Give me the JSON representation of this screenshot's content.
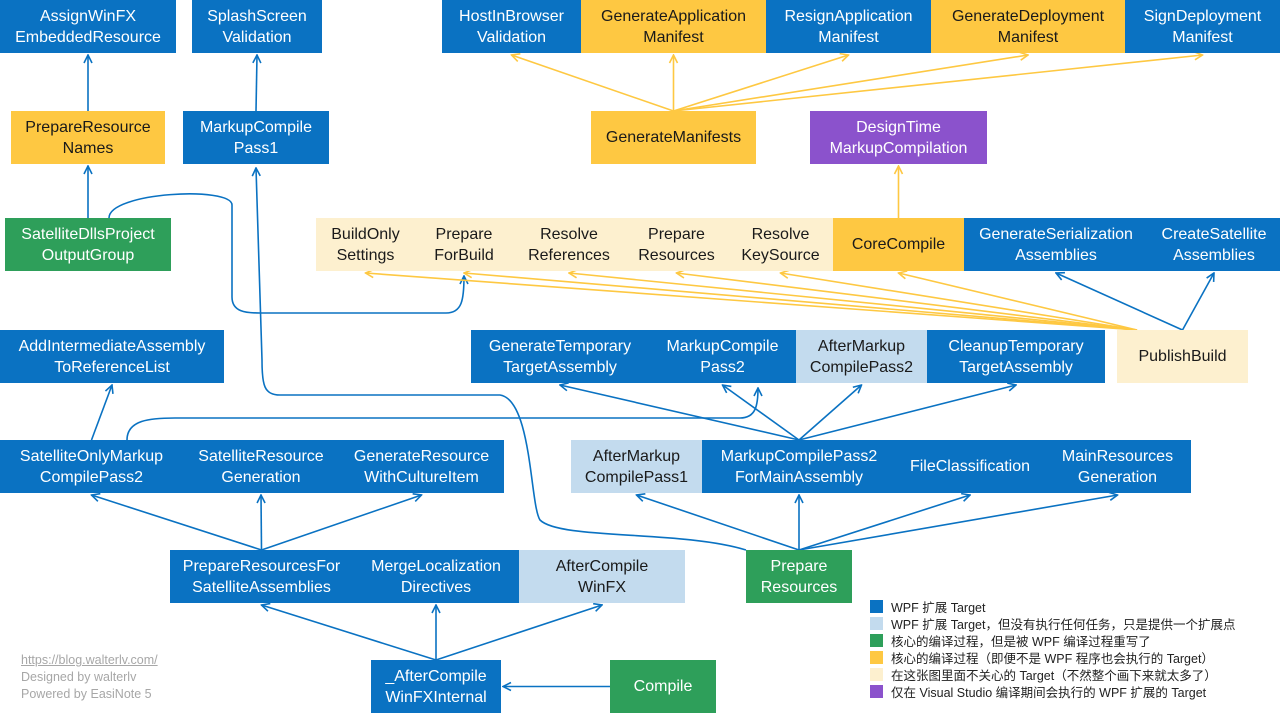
{
  "colors": {
    "blue": "#0a72c2",
    "light": "#c3dbee",
    "green": "#2e9f5a",
    "yellow": "#fec842",
    "cream": "#fdf0cf",
    "purple": "#8b52cc",
    "edge_blue": "#0a72c2",
    "edge_yellow": "#fec842"
  },
  "nodes": [
    {
      "id": "AssignWinFXEmbeddedResource",
      "lines": [
        "AssignWinFX",
        "EmbeddedResource"
      ],
      "color": "blue"
    },
    {
      "id": "SplashScreenValidation",
      "lines": [
        "SplashScreen",
        "Validation"
      ],
      "color": "blue"
    },
    {
      "id": "HostInBrowserValidation",
      "lines": [
        "HostInBrowser",
        "Validation"
      ],
      "color": "blue"
    },
    {
      "id": "GenerateApplicationManifest",
      "lines": [
        "GenerateApplication",
        "Manifest"
      ],
      "color": "yellow"
    },
    {
      "id": "ResignApplicationManifest",
      "lines": [
        "ResignApplication",
        "Manifest"
      ],
      "color": "blue"
    },
    {
      "id": "GenerateDeploymentManifest",
      "lines": [
        "GenerateDeployment",
        "Manifest"
      ],
      "color": "yellow"
    },
    {
      "id": "SignDeploymentManifest",
      "lines": [
        "SignDeployment",
        "Manifest"
      ],
      "color": "blue"
    },
    {
      "id": "PrepareResourceNames",
      "lines": [
        "PrepareResource",
        "Names"
      ],
      "color": "yellow"
    },
    {
      "id": "MarkupCompilePass1",
      "lines": [
        "MarkupCompile",
        "Pass1"
      ],
      "color": "blue"
    },
    {
      "id": "GenerateManifests",
      "lines": [
        "GenerateManifests"
      ],
      "color": "yellow"
    },
    {
      "id": "DesignTimeMarkupCompilation",
      "lines": [
        "DesignTime",
        "MarkupCompilation"
      ],
      "color": "purple"
    },
    {
      "id": "SatelliteDllsProjectOutputGroup",
      "lines": [
        "SatelliteDllsProject",
        "OutputGroup"
      ],
      "color": "green"
    },
    {
      "id": "BuildOnlySettings",
      "lines": [
        "BuildOnly",
        "Settings"
      ],
      "color": "cream"
    },
    {
      "id": "PrepareForBuild",
      "lines": [
        "Prepare",
        "ForBuild"
      ],
      "color": "cream"
    },
    {
      "id": "ResolveReferences",
      "lines": [
        "Resolve",
        "References"
      ],
      "color": "cream"
    },
    {
      "id": "PrepareResourcesTop",
      "lines": [
        "Prepare",
        "Resources"
      ],
      "color": "cream"
    },
    {
      "id": "ResolveKeySource",
      "lines": [
        "Resolve",
        "KeySource"
      ],
      "color": "cream"
    },
    {
      "id": "CoreCompile",
      "lines": [
        "CoreCompile"
      ],
      "color": "yellow"
    },
    {
      "id": "GenerateSerializationAssemblies",
      "lines": [
        "GenerateSerialization",
        "Assemblies"
      ],
      "color": "blue"
    },
    {
      "id": "CreateSatelliteAssemblies",
      "lines": [
        "CreateSatellite",
        "Assemblies"
      ],
      "color": "blue"
    },
    {
      "id": "AddIntermediateAssemblyToReferenceList",
      "lines": [
        "AddIntermediateAssembly",
        "ToReferenceList"
      ],
      "color": "blue"
    },
    {
      "id": "GenerateTemporaryTargetAssembly",
      "lines": [
        "GenerateTemporary",
        "TargetAssembly"
      ],
      "color": "blue"
    },
    {
      "id": "MarkupCompilePass2",
      "lines": [
        "MarkupCompile",
        "Pass2"
      ],
      "color": "blue"
    },
    {
      "id": "AfterMarkupCompilePass2",
      "lines": [
        "AfterMarkup",
        "CompilePass2"
      ],
      "color": "light"
    },
    {
      "id": "CleanupTemporaryTargetAssembly",
      "lines": [
        "CleanupTemporary",
        "TargetAssembly"
      ],
      "color": "blue"
    },
    {
      "id": "PublishBuild",
      "lines": [
        "PublishBuild"
      ],
      "color": "cream"
    },
    {
      "id": "SatelliteOnlyMarkupCompilePass2",
      "lines": [
        "SatelliteOnlyMarkup",
        "CompilePass2"
      ],
      "color": "blue"
    },
    {
      "id": "SatelliteResourceGeneration",
      "lines": [
        "SatelliteResource",
        "Generation"
      ],
      "color": "blue"
    },
    {
      "id": "GenerateResourceWithCultureItem",
      "lines": [
        "GenerateResource",
        "WithCultureItem"
      ],
      "color": "blue"
    },
    {
      "id": "AfterMarkupCompilePass1",
      "lines": [
        "AfterMarkup",
        "CompilePass1"
      ],
      "color": "light"
    },
    {
      "id": "MarkupCompilePass2ForMainAssembly",
      "lines": [
        "MarkupCompilePass2",
        "ForMainAssembly"
      ],
      "color": "blue"
    },
    {
      "id": "FileClassification",
      "lines": [
        "FileClassification"
      ],
      "color": "blue"
    },
    {
      "id": "MainResourcesGeneration",
      "lines": [
        "MainResources",
        "Generation"
      ],
      "color": "blue"
    },
    {
      "id": "PrepareResourcesForSatelliteAssemblies",
      "lines": [
        "PrepareResourcesFor",
        "SatelliteAssemblies"
      ],
      "color": "blue"
    },
    {
      "id": "MergeLocalizationDirectives",
      "lines": [
        "MergeLocalization",
        "Directives"
      ],
      "color": "blue"
    },
    {
      "id": "AfterCompileWinFX",
      "lines": [
        "AfterCompile",
        "WinFX"
      ],
      "color": "light"
    },
    {
      "id": "PrepareResourcesBottom",
      "lines": [
        "Prepare",
        "Resources"
      ],
      "color": "green"
    },
    {
      "id": "AfterCompileWinFXInternal",
      "lines": [
        "_AfterCompile",
        "WinFXInternal"
      ],
      "color": "blue"
    },
    {
      "id": "Compile",
      "lines": [
        "Compile"
      ],
      "color": "green"
    }
  ],
  "edges": [
    {
      "from": "PrepareResourceNames",
      "to": "AssignWinFXEmbeddedResource",
      "color": "blue"
    },
    {
      "from": "MarkupCompilePass1",
      "to": "SplashScreenValidation",
      "color": "blue"
    },
    {
      "from": "SatelliteDllsProjectOutputGroup",
      "to": "PrepareResourceNames",
      "color": "blue"
    },
    {
      "from": "SatelliteDllsProjectOutputGroup",
      "to": "PrepareForBuild",
      "color": "blue"
    },
    {
      "from": "GenerateManifests",
      "to": "HostInBrowserValidation",
      "color": "yellow"
    },
    {
      "from": "GenerateManifests",
      "to": "GenerateApplicationManifest",
      "color": "yellow"
    },
    {
      "from": "GenerateManifests",
      "to": "ResignApplicationManifest",
      "color": "yellow"
    },
    {
      "from": "GenerateManifests",
      "to": "GenerateDeploymentManifest",
      "color": "yellow"
    },
    {
      "from": "GenerateManifests",
      "to": "SignDeploymentManifest",
      "color": "yellow"
    },
    {
      "from": "CoreCompile",
      "to": "DesignTimeMarkupCompilation",
      "color": "yellow"
    },
    {
      "from": "PublishBuild",
      "to": "BuildOnlySettings",
      "color": "yellow"
    },
    {
      "from": "PublishBuild",
      "to": "PrepareForBuild",
      "color": "yellow"
    },
    {
      "from": "PublishBuild",
      "to": "ResolveReferences",
      "color": "yellow"
    },
    {
      "from": "PublishBuild",
      "to": "PrepareResourcesTop",
      "color": "yellow"
    },
    {
      "from": "PublishBuild",
      "to": "ResolveKeySource",
      "color": "yellow"
    },
    {
      "from": "PublishBuild",
      "to": "CoreCompile",
      "color": "yellow"
    },
    {
      "from": "PublishBuild",
      "to": "GenerateSerializationAssemblies",
      "color": "blue"
    },
    {
      "from": "PublishBuild",
      "to": "CreateSatelliteAssemblies",
      "color": "blue"
    },
    {
      "from": "SatelliteOnlyMarkupCompilePass2",
      "to": "AddIntermediateAssemblyToReferenceList",
      "color": "blue"
    },
    {
      "from": "SatelliteOnlyMarkupCompilePass2",
      "to": "MarkupCompilePass2",
      "color": "blue"
    },
    {
      "from": "MarkupCompilePass2ForMainAssembly",
      "to": "GenerateTemporaryTargetAssembly",
      "color": "blue"
    },
    {
      "from": "MarkupCompilePass2ForMainAssembly",
      "to": "MarkupCompilePass2",
      "color": "blue"
    },
    {
      "from": "MarkupCompilePass2ForMainAssembly",
      "to": "AfterMarkupCompilePass2",
      "color": "blue"
    },
    {
      "from": "MarkupCompilePass2ForMainAssembly",
      "to": "CleanupTemporaryTargetAssembly",
      "color": "blue"
    },
    {
      "from": "PrepareResourcesForSatelliteAssemblies",
      "to": "SatelliteOnlyMarkupCompilePass2",
      "color": "blue"
    },
    {
      "from": "PrepareResourcesForSatelliteAssemblies",
      "to": "SatelliteResourceGeneration",
      "color": "blue"
    },
    {
      "from": "PrepareResourcesForSatelliteAssemblies",
      "to": "GenerateResourceWithCultureItem",
      "color": "blue"
    },
    {
      "from": "PrepareResourcesBottom",
      "to": "MarkupCompilePass1",
      "color": "blue"
    },
    {
      "from": "PrepareResourcesBottom",
      "to": "AfterMarkupCompilePass1",
      "color": "blue"
    },
    {
      "from": "PrepareResourcesBottom",
      "to": "MarkupCompilePass2ForMainAssembly",
      "color": "blue"
    },
    {
      "from": "PrepareResourcesBottom",
      "to": "FileClassification",
      "color": "blue"
    },
    {
      "from": "PrepareResourcesBottom",
      "to": "MainResourcesGeneration",
      "color": "blue"
    },
    {
      "from": "AfterCompileWinFXInternal",
      "to": "PrepareResourcesForSatelliteAssemblies",
      "color": "blue"
    },
    {
      "from": "AfterCompileWinFXInternal",
      "to": "MergeLocalizationDirectives",
      "color": "blue"
    },
    {
      "from": "AfterCompileWinFXInternal",
      "to": "AfterCompileWinFX",
      "color": "blue"
    },
    {
      "from": "Compile",
      "to": "AfterCompileWinFXInternal",
      "color": "blue"
    }
  ],
  "legend": [
    {
      "color": "blue",
      "label": "WPF 扩展 Target"
    },
    {
      "color": "light",
      "label": "WPF 扩展 Target，但没有执行任何任务，只是提供一个扩展点"
    },
    {
      "color": "green",
      "label": "核心的编译过程，但是被 WPF 编译过程重写了"
    },
    {
      "color": "yellow",
      "label": "核心的编译过程（即便不是 WPF 程序也会执行的 Target）"
    },
    {
      "color": "cream",
      "label": "在这张图里面不关心的 Target（不然整个画下来就太多了）"
    },
    {
      "color": "purple",
      "label": "仅在 Visual Studio 编译期间会执行的 WPF 扩展的 Target"
    }
  ],
  "credits": {
    "url": "https://blog.walterlv.com/",
    "designed_by": "Designed by walterlv",
    "powered_by": "Powered by EasiNote 5"
  }
}
